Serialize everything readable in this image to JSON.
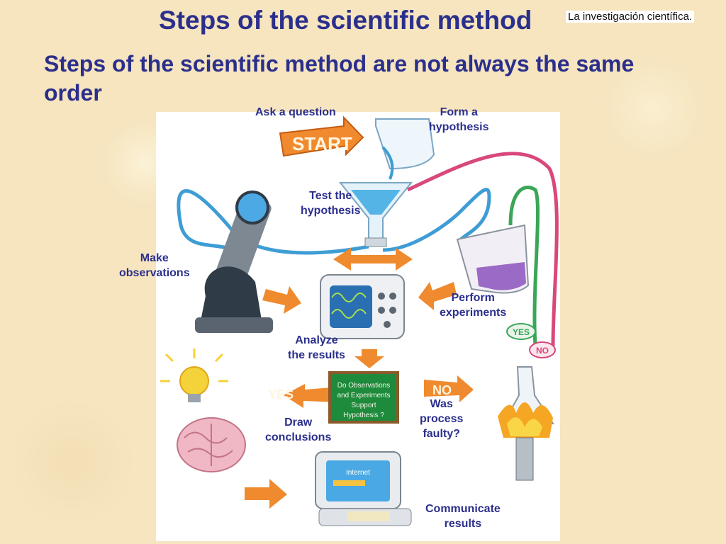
{
  "header": {
    "title": "Steps of the scientific method",
    "corner_note": "La investigación científica.",
    "subtitle": "Steps of the scientific method are not always the same order"
  },
  "diagram": {
    "labels": {
      "ask": "Ask a question",
      "hypothesis_1": "Form a",
      "hypothesis_2": "hypothesis",
      "test_1": "Test the",
      "test_2": "hypothesis",
      "observe_1": "Make",
      "observe_2": "observations",
      "experiments_1": "Perform",
      "experiments_2": "experiments",
      "analyze_1": "Analyze",
      "analyze_2": "the results",
      "draw_1": "Draw",
      "draw_2": "conclusions",
      "faulty_1": "Was",
      "faulty_2": "process",
      "faulty_3": "faulty?",
      "communicate_1": "Communicate",
      "communicate_2": "results"
    },
    "illustration_text": {
      "start": "START",
      "yes_arrow": "YES",
      "no_arrow": "NO",
      "board_1": "Do Observations",
      "board_2": "and Experiments",
      "board_3": "Support",
      "board_4": "Hypothesis ?",
      "tag_yes": "YES",
      "tag_no": "NO",
      "internet": "Internet"
    },
    "colors": {
      "label_text": "#2b2f8c",
      "arrow_orange": "#f08a2e",
      "tube_blue": "#3e9dd4",
      "tube_pink": "#d8487c",
      "tube_green": "#3aa657",
      "board_green": "#1e8a3c"
    }
  }
}
